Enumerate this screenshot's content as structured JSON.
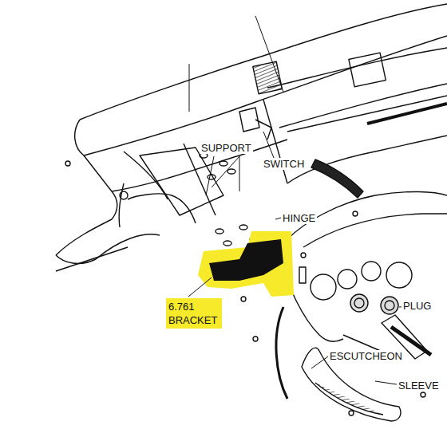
{
  "diagram": {
    "labels": [
      "SUPPORT",
      "SWITCH",
      "HINGE",
      "6.761 BRACKET",
      "PLUG",
      "ESCUTCHEON",
      "SLEEVE"
    ]
  }
}
